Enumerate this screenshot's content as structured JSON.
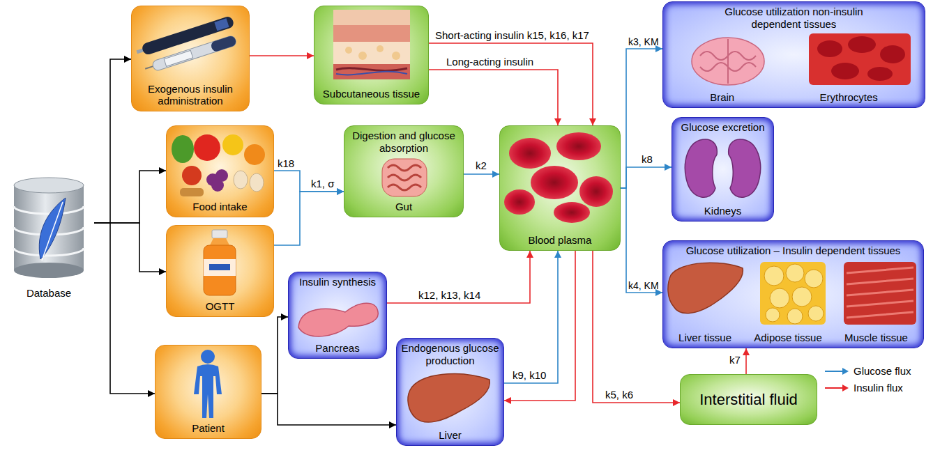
{
  "diagram": {
    "nodes": [
      {
        "text": [
          "Database"
        ]
      },
      {
        "text": [
          "Exogenous insulin administration"
        ]
      },
      {
        "text": [
          "Subcutaneous tissue"
        ]
      },
      {
        "text": [
          "Food intake"
        ]
      },
      {
        "text": [
          "OGTT"
        ]
      },
      {
        "text": [
          "Patient"
        ]
      },
      {
        "text": [
          "Digestion and glucose absorption",
          "Gut"
        ]
      },
      {
        "text": [
          "Blood plasma"
        ]
      },
      {
        "text": [
          "Insulin synthesis",
          "Pancreas"
        ]
      },
      {
        "text": [
          "Endogenous glucose production",
          "Liver"
        ]
      },
      {
        "text": [
          "Glucose utilization non-insulin dependent tissues",
          "Brain",
          "Erythrocytes"
        ]
      },
      {
        "text": [
          "Glucose excretion",
          "Kidneys"
        ]
      },
      {
        "text": [
          "Glucose utilization – Insulin dependent tissues",
          "Liver tissue",
          "Adipose tissue",
          "Muscle tissue"
        ]
      },
      {
        "text": [
          "Interstitial fluid"
        ]
      }
    ],
    "edges": [
      {
        "from": 0,
        "to": 1,
        "arrow": "to"
      },
      {
        "from": 0,
        "to": 3,
        "arrow": "to"
      },
      {
        "from": 0,
        "to": 4,
        "arrow": "to"
      },
      {
        "from": 0,
        "to": 5,
        "arrow": "to"
      },
      {
        "from": 1,
        "to": 2,
        "arrow": "to"
      },
      {
        "from": 2,
        "to": 7,
        "label": "Short-acting insulin k15, k16, k17",
        "arrow": "to"
      },
      {
        "from": 2,
        "to": 7,
        "label": "Long-acting insulin",
        "arrow": "to"
      },
      {
        "from": 3,
        "to": 6,
        "label": "k18",
        "arrow": "to"
      },
      {
        "from": 4,
        "to": 6,
        "arrow": "to"
      },
      {
        "from": 6,
        "to": 7,
        "label": "k2",
        "arrow": "to"
      },
      {
        "from": 7,
        "to": 10,
        "label": "k3, KM",
        "arrow": "to"
      },
      {
        "from": 7,
        "to": 11,
        "label": "k8",
        "arrow": "to"
      },
      {
        "from": 7,
        "to": 12,
        "label": "k4, KM",
        "arrow": "to"
      },
      {
        "from": 8,
        "to": 7,
        "label": "k12, k13, k14",
        "arrow": "to"
      },
      {
        "from": 9,
        "to": 7,
        "label": "k9, k10",
        "arrow": "to"
      },
      {
        "from": 7,
        "to": 9,
        "arrow": "to"
      },
      {
        "from": 7,
        "to": 13,
        "label": "k5, k6",
        "arrow": "to"
      },
      {
        "from": 13,
        "to": 12,
        "label": "k7",
        "arrow": "to"
      },
      {
        "from": 5,
        "to": 8,
        "arrow": "to"
      },
      {
        "from": 5,
        "to": 9,
        "arrow": "to"
      }
    ],
    "labels": [
      "k1, σ"
    ],
    "legend": [
      {
        "text": "Glucose flux"
      },
      {
        "text": "Insulin flux"
      }
    ]
  }
}
